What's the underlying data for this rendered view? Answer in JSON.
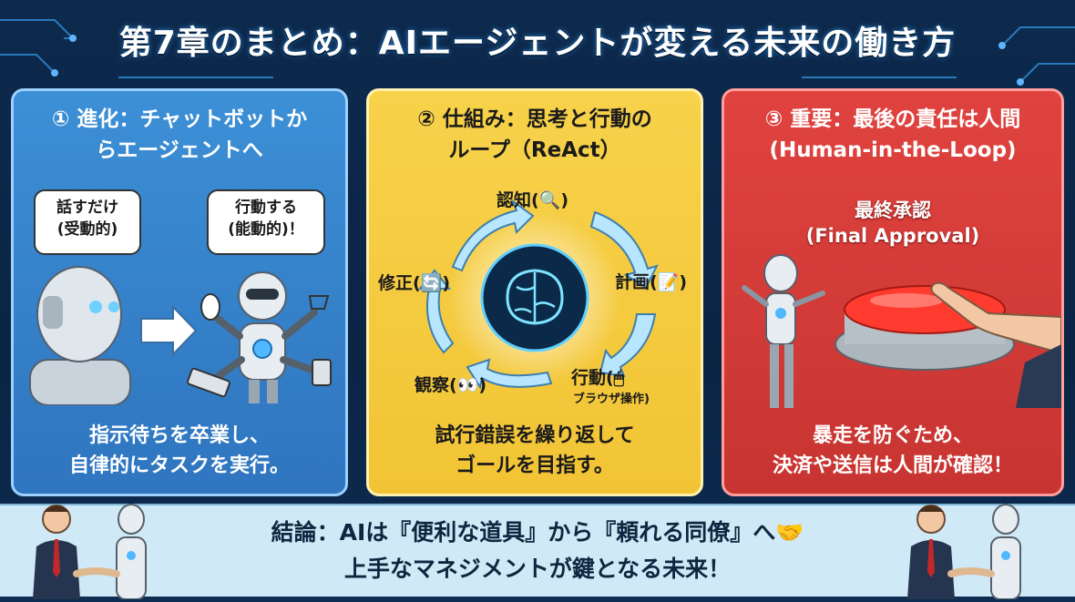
{
  "title": "第7章のまとめ：AIエージェントが変える未来の働き方",
  "panels": [
    {
      "heading_line1": "① 進化：チャットボットか",
      "heading_line2": "らエージェントへ",
      "bubble_left_line1": "話すだけ",
      "bubble_left_line2": "(受動的)",
      "bubble_right_line1": "行動する",
      "bubble_right_line2": "(能動的)！",
      "footer_line1": "指示待ちを卒業し、",
      "footer_line2": "自律的にタスクを実行。",
      "color": "#3c8fd6"
    },
    {
      "heading_line1": "② 仕組み：思考と行動の",
      "heading_line2": "ループ（ReAct）",
      "cycle": {
        "step1": "認知(🔍)",
        "step2": "計画(📝)",
        "step3": "行動(🖱",
        "step3_sub": "ブラウザ操作)",
        "step4": "観察(👀)",
        "step5": "修正(🔄)"
      },
      "footer_line1": "試行錯誤を繰り返して",
      "footer_line2": "ゴールを目指す。",
      "color": "#f2c435"
    },
    {
      "heading_line1": "③ 重要：最後の責任は人間",
      "heading_line2": "(Human-in-the-Loop)",
      "approval_line1": "最終承認",
      "approval_line2": "(Final Approval)",
      "footer_line1": "暴走を防ぐため、",
      "footer_line2": "決済や送信は人間が確認！",
      "color": "#d63b38"
    }
  ],
  "conclusion": {
    "line1": "結論：AIは『便利な道具』から『頼れる同僚』へ🤝",
    "line2": "上手なマネジメントが鍵となる未来！"
  }
}
